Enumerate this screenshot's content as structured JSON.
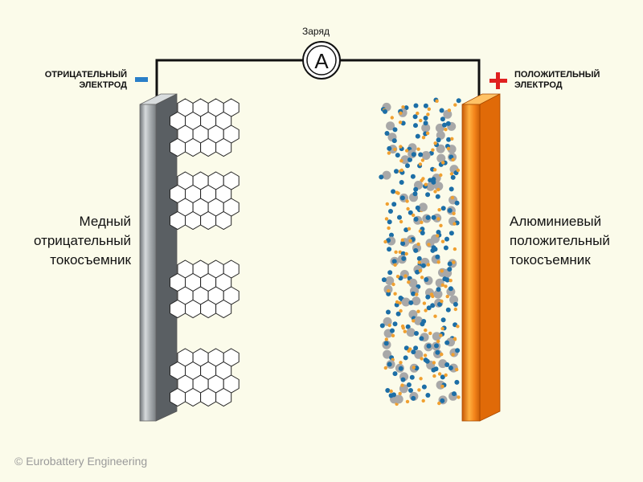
{
  "title": "Заряд",
  "ammeter": {
    "symbol": "A"
  },
  "negative_electrode": {
    "label_line1": "ОТРИЦАТЕЛЬНЫЙ",
    "label_line2": "ЭЛЕКТРОД",
    "sign": "−",
    "collector_line1": "Медный",
    "collector_line2": "отрицательный",
    "collector_line3": "токосъемник",
    "color": "#9aa0a4"
  },
  "positive_electrode": {
    "label_line1": "ПОЛОЖИТЕЛЬНЫЙ",
    "label_line2": "ЭЛЕКТРОД",
    "sign": "+",
    "collector_line1": "Алюминиевый",
    "collector_line2": "положительный",
    "collector_line3": "токосъемник",
    "color": "#f07a10"
  },
  "colors": {
    "background": "#fbfbea",
    "minus_sign": "#2a7fc8",
    "plus_sign": "#e02020",
    "particle_large": "#a8a8a8",
    "particle_blue": "#1c6ea6",
    "particle_orange": "#f0a030"
  },
  "copyright": "© Eurobattery Engineering"
}
